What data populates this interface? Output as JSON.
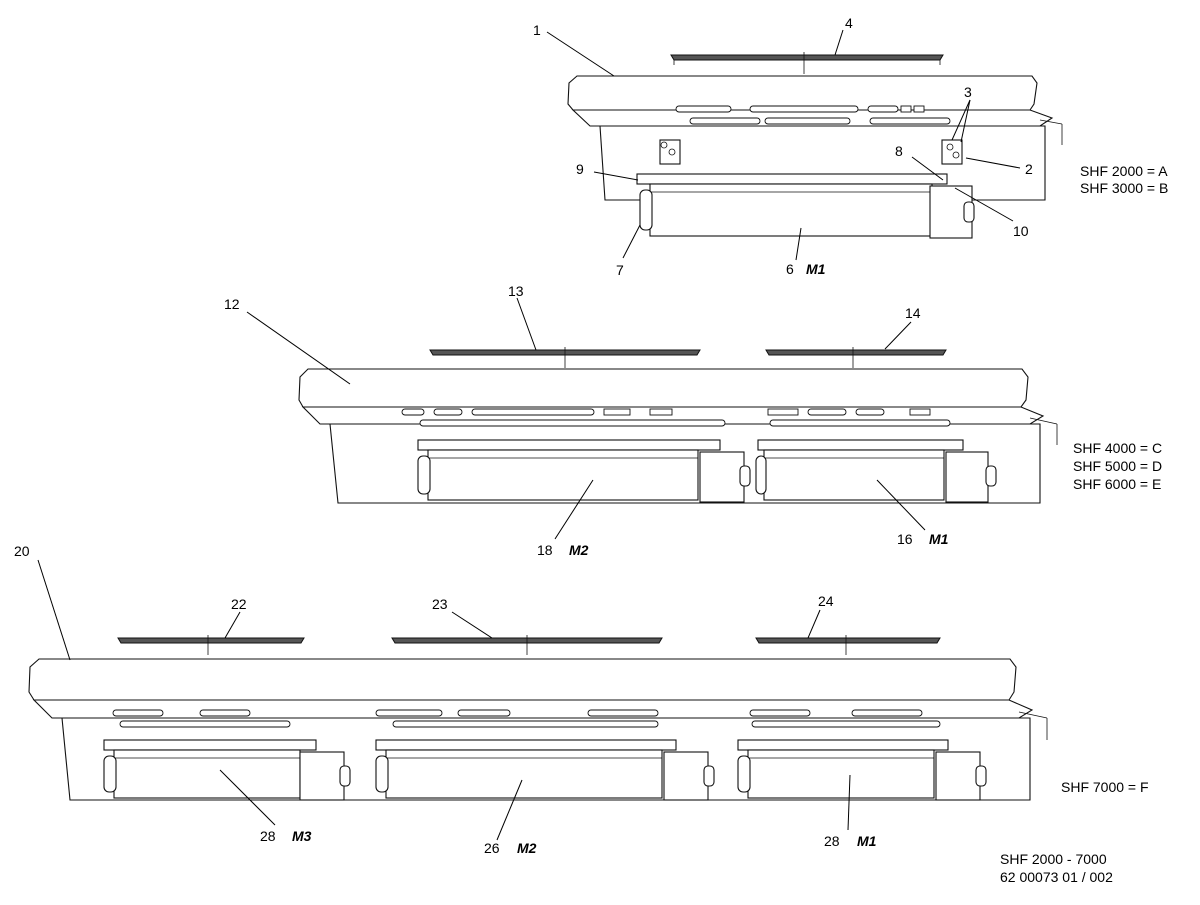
{
  "variants": {
    "a": {
      "line1": "SHF 2000 = A",
      "line2": "SHF 3000 = B"
    },
    "b": {
      "line1": "SHF 4000 = C",
      "line2": "SHF 5000 = D",
      "line3": "SHF 6000 = E"
    },
    "c": {
      "line1": "SHF 7000 = F"
    }
  },
  "footer": {
    "range": "SHF 2000 - 7000",
    "doc": "62 00073 01 / 002"
  },
  "callouts": {
    "a": {
      "c1": "1",
      "c2": "2",
      "c3": "3",
      "c4": "4",
      "c6": "6",
      "c7": "7",
      "c8": "8",
      "c9": "9",
      "c10": "10",
      "m": "M1"
    },
    "b": {
      "c12": "12",
      "c13": "13",
      "c14": "14",
      "c16": "16",
      "c18": "18",
      "m1": "M1",
      "m2": "M2"
    },
    "c": {
      "c20": "20",
      "c22": "22",
      "c23": "23",
      "c24": "24",
      "c26": "26",
      "c28a": "28",
      "c28b": "28",
      "m1": "M1",
      "m2": "M2",
      "m3": "M3"
    }
  }
}
